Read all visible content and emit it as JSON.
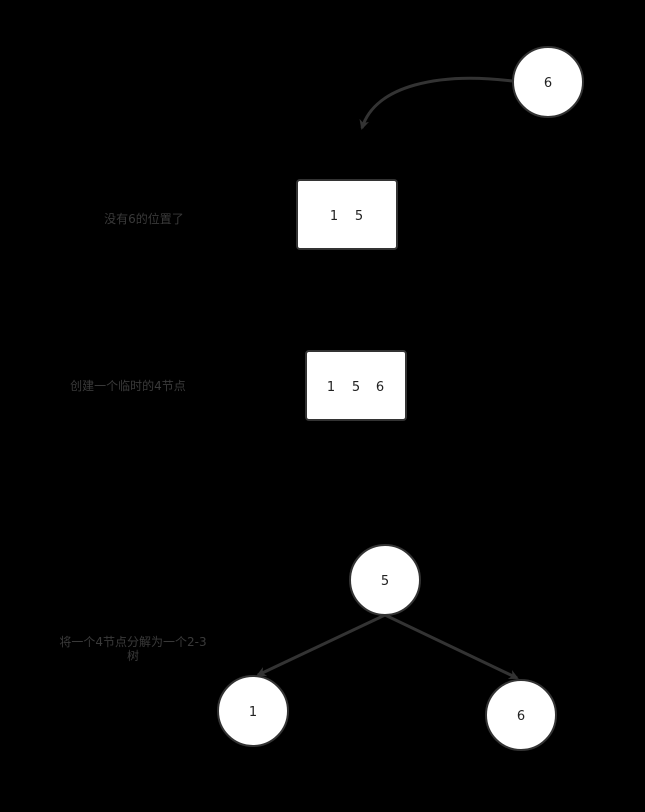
{
  "colors": {
    "background": "#000000",
    "node_fill": "#ffffff",
    "node_stroke": "#333333",
    "edge": "#333333",
    "caption": "#3a3a3a"
  },
  "incoming": {
    "key": "6"
  },
  "step1": {
    "keys": [
      "1",
      "5"
    ],
    "caption": "没有6的位置了"
  },
  "step2": {
    "keys": [
      "1",
      "5",
      "6"
    ],
    "caption": "创建一个临时的4节点"
  },
  "step3": {
    "root": "5",
    "left": "1",
    "right": "6",
    "caption_line1": "将一个4节点分解为一个2-3",
    "caption_line2": "树"
  }
}
